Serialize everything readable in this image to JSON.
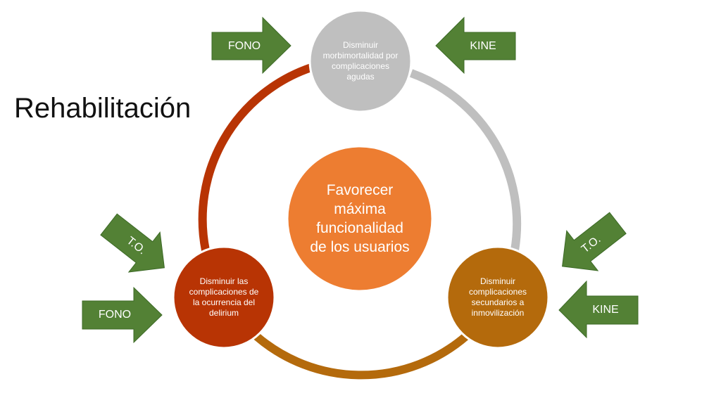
{
  "title": "Rehabilitación",
  "colors": {
    "center_fill": "#ED7D31",
    "top_fill": "#BFBFBF",
    "right_fill": "#B46A0C",
    "left_fill": "#B83404",
    "arc_top_right": "#BFBFBF",
    "arc_right_left": "#B46A0C",
    "arc_left_top": "#B83404",
    "arrow_fill": "#538135",
    "arrow_stroke": "#3C6A26",
    "text_on_shape": "#FFFFFF",
    "title_text": "#111111"
  },
  "center": {
    "text": "Favorecer máxima funcionalidad de los usuarios"
  },
  "nodes": {
    "top": {
      "text": "Disminuir morbimortalidad por complicaciones agudas"
    },
    "right": {
      "text": "Disminuir complicaciones secundarios a inmovilización"
    },
    "left": {
      "text": "Disminuir las complicaciones de la ocurrencia del delirium"
    }
  },
  "arrows": {
    "top_left": {
      "label": "FONO",
      "direction": "right"
    },
    "top_right": {
      "label": "KINE",
      "direction": "left"
    },
    "left_upper": {
      "label": "T.O.",
      "direction": "down-right"
    },
    "left_lower": {
      "label": "FONO",
      "direction": "right"
    },
    "right_upper": {
      "label": "T.O.",
      "direction": "down-left"
    },
    "right_lower": {
      "label": "KINE",
      "direction": "left"
    }
  }
}
